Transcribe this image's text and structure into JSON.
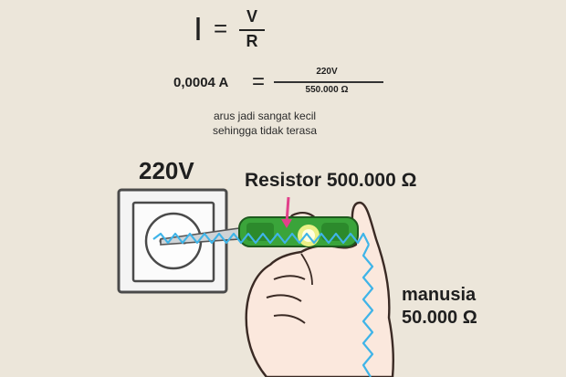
{
  "formula_main": {
    "left": "I",
    "equals": "=",
    "numerator": "V",
    "denominator": "R"
  },
  "formula_calc": {
    "left": "0,0004 A",
    "equals": "=",
    "numerator": "220V",
    "denominator": "550.000 Ω"
  },
  "note": {
    "line1": "arus jadi sangat kecil",
    "line2": "sehingga tidak terasa"
  },
  "labels": {
    "voltage": "220V",
    "resistor": "Resistor 500.000 Ω",
    "human_line1": "manusia",
    "human_line2": "50.000 Ω"
  },
  "colors": {
    "background": "#ece6da",
    "tester_green": "#3aa43a",
    "current_blue": "#3fb4e8",
    "pointer_pink": "#e2408a",
    "skin": "#fbe8dd"
  }
}
